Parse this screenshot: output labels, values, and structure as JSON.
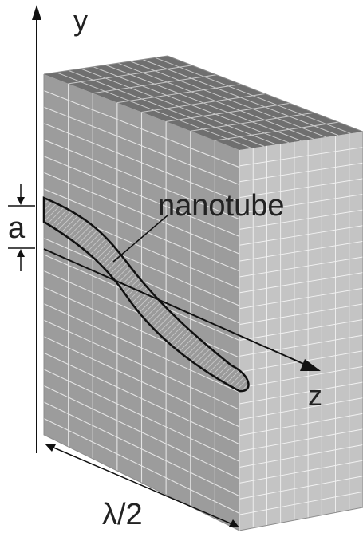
{
  "labels": {
    "y_axis": "y",
    "z_axis": "z",
    "nanotube": "nanotube",
    "amplitude": "a",
    "half_wavelength": "λ/2"
  },
  "colors": {
    "front_face": "#9c9c9c",
    "side_face": "#c4c4c4",
    "top_face": "#6f6f6f",
    "grid_front": "#e4e4e4",
    "grid_side": "#f2f2f2",
    "grid_top": "#c9c9c9",
    "tube_fill": "#8a8a8a",
    "ink": "#111111"
  }
}
